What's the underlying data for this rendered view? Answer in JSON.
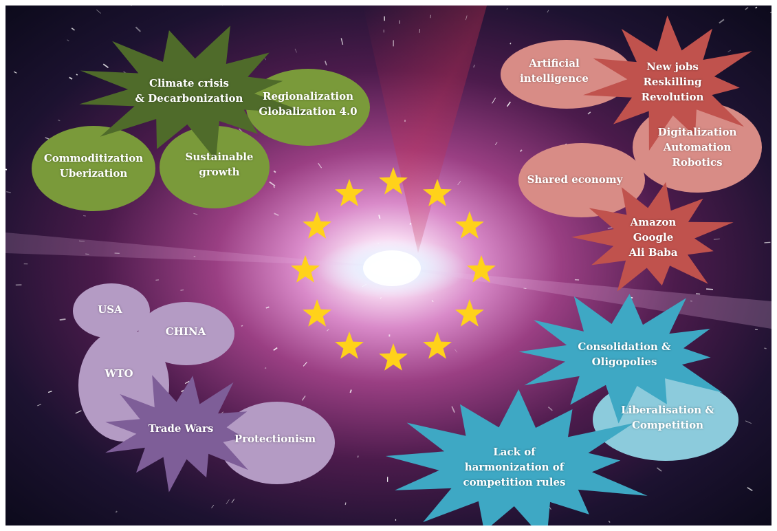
{
  "colors": {
    "green_dark": "#4f6b2a",
    "green": "#7a9a3a",
    "salmon": "#d88c86",
    "red": "#c0524d",
    "purple_light": "#b49bc4",
    "purple_dark": "#7e5e98",
    "teal": "#3ea8c4",
    "teal_light": "#8ccbdc",
    "star": "#ffd21a"
  },
  "center_emblem": {
    "description_icon": "eu-stars-circle",
    "star_count": 12
  },
  "clusters": {
    "environment": {
      "climate": [
        "Climate crisis",
        "& Decarbonization"
      ],
      "regionalization": [
        "Regionalization",
        "Globalization 4.0"
      ],
      "commoditization": [
        "Commoditization",
        "Uberization"
      ],
      "sustainable": [
        "Sustainable",
        "growth"
      ]
    },
    "technology": {
      "ai": [
        "Artificial",
        "intelligence"
      ],
      "jobs": [
        "New jobs",
        "Reskilling",
        "Revolution"
      ],
      "digital": [
        "Digitalization",
        "Automation",
        "Robotics"
      ],
      "shared": [
        "Shared economy"
      ],
      "platforms": [
        "Amazon",
        "Google",
        "Ali Baba"
      ]
    },
    "trade": {
      "usa": [
        "USA"
      ],
      "china": [
        "CHINA"
      ],
      "wto": [
        "WTO"
      ],
      "trade_wars": [
        "Trade Wars"
      ],
      "protectionism": [
        "Protectionism"
      ]
    },
    "competition": {
      "consolidation": [
        "Consolidation &",
        "Oligopolies"
      ],
      "liberalisation": [
        "Liberalisation &",
        "Competition"
      ],
      "harmonization": [
        "Lack of",
        "harmonization of",
        "competition rules"
      ]
    }
  }
}
